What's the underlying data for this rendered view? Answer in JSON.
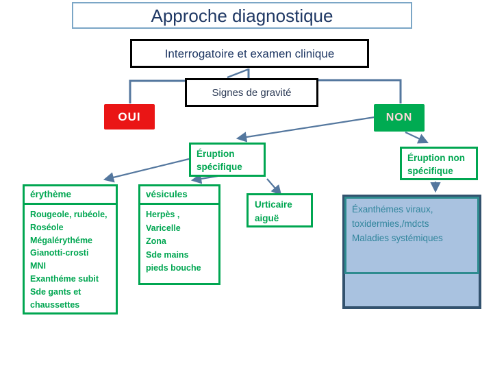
{
  "slide": {
    "title": "Approche diagnostique",
    "step1": "Interrogatoire et examen clinique",
    "step2": "Signes de gravité",
    "decision": {
      "yes": "OUI",
      "no": "NON"
    },
    "branches": {
      "specific": {
        "label_lines": [
          "Éruption",
          "spécifique"
        ]
      },
      "nonspecific": {
        "label_lines": [
          "Éruption non",
          "spécifique"
        ]
      }
    },
    "columns": {
      "erytheme": {
        "header": "érythème",
        "items": [
          "Rougeole, rubéole,",
          "Roséole",
          "Mégalérythéme",
          "Gianotti-crosti",
          "MNI",
          "Exanthéme subit",
          "Sde gants et",
          "chaussettes"
        ]
      },
      "vesicules": {
        "header": "vésicules",
        "items": [
          "Herpès ,",
          "Varicelle",
          "Zona",
          "Sde mains",
          "pieds bouche"
        ]
      },
      "urticaire": {
        "label_lines": [
          "Urticaire",
          "aiguë"
        ]
      },
      "nonspecific_causes": {
        "items": [
          "Éxanthémes viraux,",
          "toxidermies,/mdcts",
          "Maladies systémiques"
        ]
      }
    },
    "colors": {
      "accent_red": "#ea1515",
      "green_fill": "#00ab52",
      "accent_green": "#00a651",
      "navy_text": "#1f3864",
      "connector_blue": "#54779e",
      "non_text": "#ffd9d9",
      "panel_fill": "#a9c2e0",
      "panel_border": "#33526e",
      "panel_inner_border": "#2e8b8f",
      "panel_text": "#31859c"
    }
  }
}
